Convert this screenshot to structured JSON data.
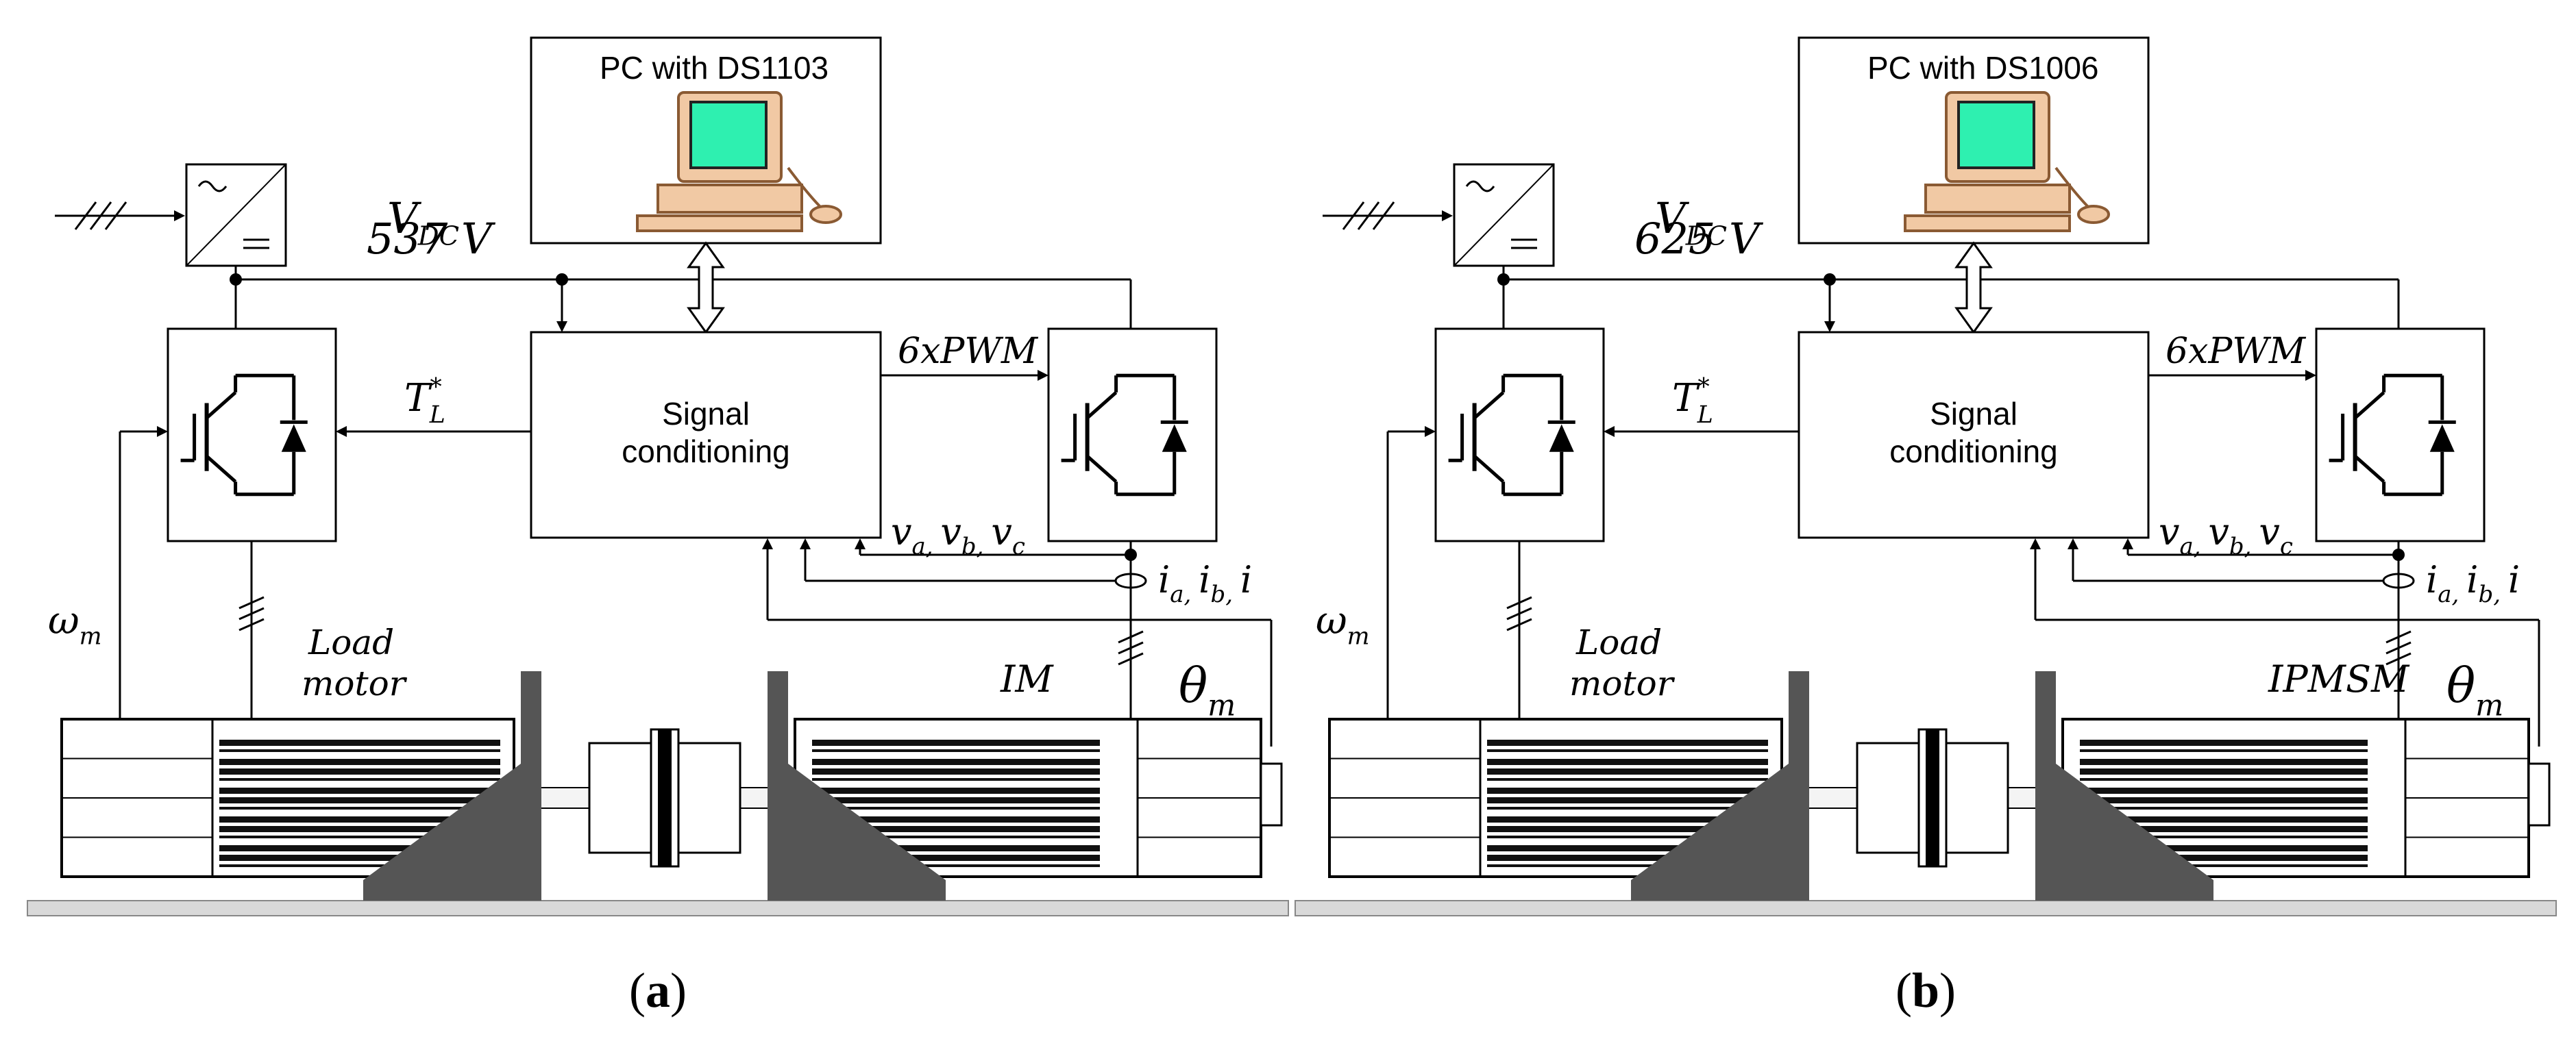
{
  "panels": [
    {
      "pc_label": "PC with DS1103",
      "vdc_label": "V",
      "vdc_sub": "DC",
      "vdc_value": "537 V",
      "signal_line1": "Signal",
      "signal_line2": "conditioning",
      "pwm_label": "6xPWM",
      "torque_label": "T",
      "torque_sub": "L",
      "torque_sup": "*",
      "voltages_label": "vₐ, vᵦ, vᶜ",
      "voltages": [
        "v",
        "a",
        "v",
        "b",
        "v",
        "c"
      ],
      "currents": [
        "i",
        "a",
        "i",
        "b",
        "i"
      ],
      "omega_label": "ω",
      "omega_sub": "m",
      "theta_label": "θ",
      "theta_sub": "m",
      "load_line1": "Load",
      "load_line2": "motor",
      "motor_label": "IM",
      "caption_open": "(",
      "caption_letter": "a",
      "caption_close": ")"
    },
    {
      "pc_label": "PC with DS1006",
      "vdc_label": "V",
      "vdc_sub": "DC",
      "vdc_value": "625 V",
      "signal_line1": "Signal",
      "signal_line2": "conditioning",
      "pwm_label": "6xPWM",
      "torque_label": "T",
      "torque_sub": "L",
      "torque_sup": "*",
      "voltages": [
        "v",
        "a",
        "v",
        "b",
        "v",
        "c"
      ],
      "currents": [
        "i",
        "a",
        "i",
        "b",
        "i"
      ],
      "omega_label": "ω",
      "omega_sub": "m",
      "theta_label": "θ",
      "theta_sub": "m",
      "load_line1": "Load",
      "load_line2": "motor",
      "motor_label": "IPMSM",
      "caption_open": "(",
      "caption_letter": "b",
      "caption_close": ")"
    }
  ],
  "colors": {
    "screen": "#2ef0b0",
    "pc_case": "#f1c9a4",
    "pc_dark": "#8a5a33",
    "bracket": "#555555",
    "base": "#d9d9d9",
    "winding": "#111111"
  }
}
